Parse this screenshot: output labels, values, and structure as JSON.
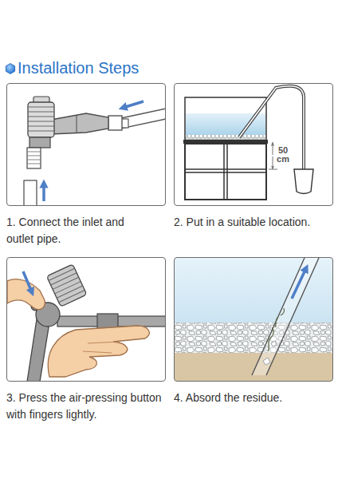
{
  "diagram": {
    "title": "Installation Steps",
    "nodes": [
      {
        "text": [
          "1. Connect the inlet and outlet pipe."
        ]
      },
      {
        "text": [
          "2. Put in a suitable location."
        ]
      },
      {
        "text": [
          "3. Press the air-pressing button with fingers lightly."
        ]
      },
      {
        "text": [
          "4. Absord the residue."
        ]
      }
    ],
    "labels": [
      "50 cm"
    ]
  }
}
